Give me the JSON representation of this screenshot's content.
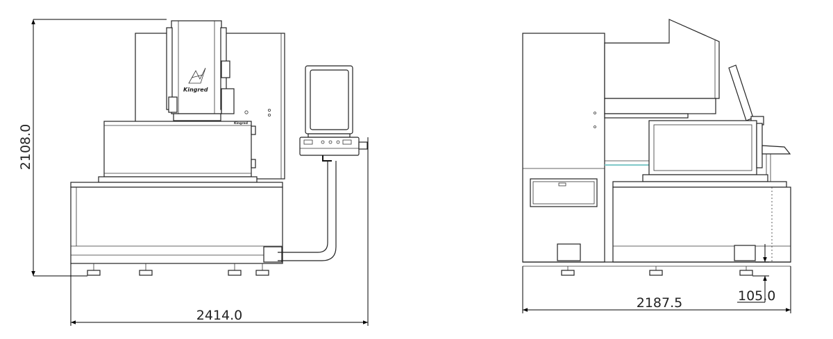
{
  "front_view": {
    "height_dim": "2108.0",
    "width_dim": "2414.0",
    "logo_text": "Kingred",
    "plate_text": "Kingred"
  },
  "side_view": {
    "width_dim": "2187.5",
    "clearance_dim": "105.0"
  }
}
